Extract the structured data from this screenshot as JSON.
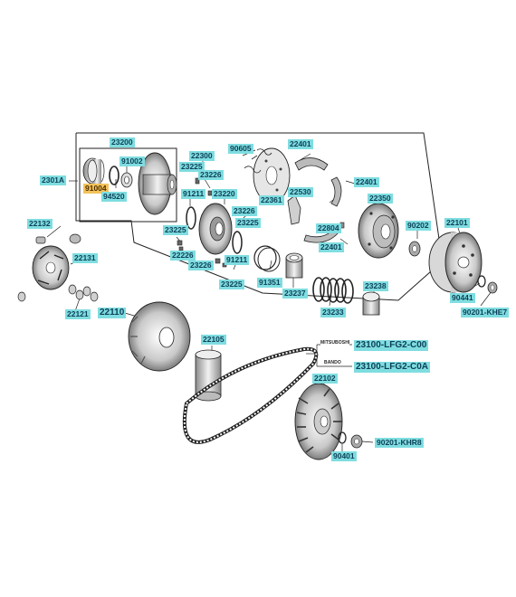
{
  "labels": {
    "l23200": "23200",
    "l91002": "91002",
    "l91004": "91004",
    "l94520": "94520",
    "l2301A": "2301A",
    "l22300": "22300",
    "l90605": "90605",
    "l22401a": "22401",
    "l22401b": "22401",
    "l22401c": "22401",
    "l23225a": "23225",
    "l23226a": "23226",
    "l22361": "22361",
    "l22530": "22530",
    "l91211a": "91211",
    "l23220": "23220",
    "l22350": "22350",
    "l23226b": "23226",
    "l23225b": "23225",
    "l22804": "22804",
    "l90202": "90202",
    "l22101": "22101",
    "l22132": "22132",
    "l23225c": "23225",
    "l22226": "22226",
    "l23226c": "23226",
    "l91211b": "91211",
    "l22131": "22131",
    "l23225d": "23225",
    "l91351": "91351",
    "l23237": "23237",
    "l23238": "23238",
    "l22121": "22121",
    "l23233": "23233",
    "l90441": "90441",
    "l90201khe7": "90201-KHE7",
    "l22110": "22110",
    "l22105": "22105",
    "l23100c00": "23100-LFG2-C00",
    "l23100c0a": "23100-LFG2-C0A",
    "l22102": "22102",
    "l90201khr8": "90201-KHR8",
    "l90401": "90401"
  },
  "brand_tags": {
    "mitsuboshi": "MITSUBOSHI",
    "bando": "BANDO"
  },
  "colors": {
    "label_bg": "#7fdde0",
    "label_text": "#0d3f57",
    "highlight_bg": "#f3c25a",
    "line": "#222222"
  }
}
